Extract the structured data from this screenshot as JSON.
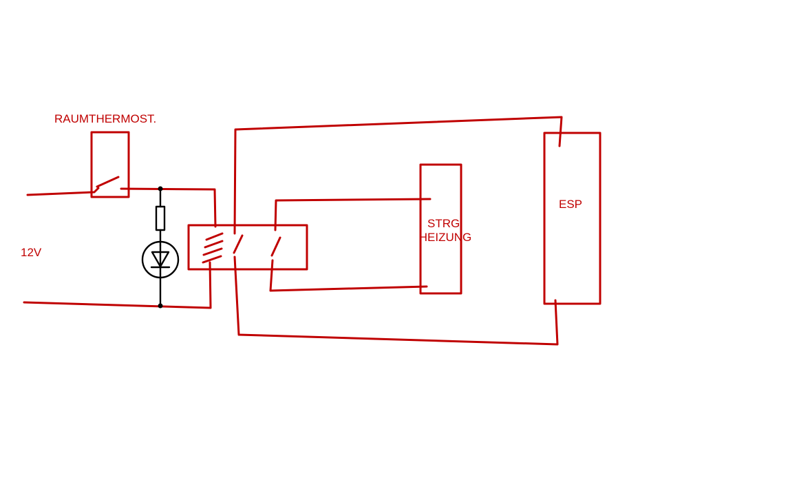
{
  "labels": {
    "thermostat": "RAUMTHERMOST.",
    "supply": "12V",
    "heating_control": "STRG.\nHEIZUNG",
    "esp": "ESP"
  },
  "colors": {
    "wire": "#c00000",
    "component": "#000000",
    "background": "#ffffff",
    "text": "#c00000"
  }
}
